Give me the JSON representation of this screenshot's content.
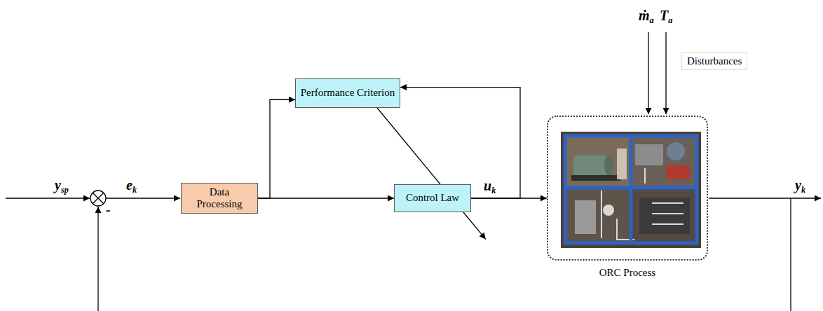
{
  "diagram": {
    "nodes": [
      {
        "text": [
          "Data Processing"
        ]
      },
      {
        "text": [
          "Performance Criterion"
        ]
      },
      {
        "text": [
          "Control Law"
        ]
      },
      {
        "text": [
          "ORC Process"
        ]
      }
    ],
    "edges": [
      {
        "from": 0,
        "to": 2,
        "arrow": "to"
      },
      {
        "from": 0,
        "to": 1,
        "arrow": "to"
      },
      {
        "from": 1,
        "to": 2,
        "arrow": "none"
      },
      {
        "from": 2,
        "to": 3,
        "label": "uk",
        "arrow": "to"
      },
      {
        "from": 2,
        "to": 1,
        "arrow": "to"
      }
    ],
    "labels": [
      "ṁa",
      "Ta",
      "Disturbances",
      "ysp",
      "ek",
      "-",
      "yk"
    ]
  }
}
